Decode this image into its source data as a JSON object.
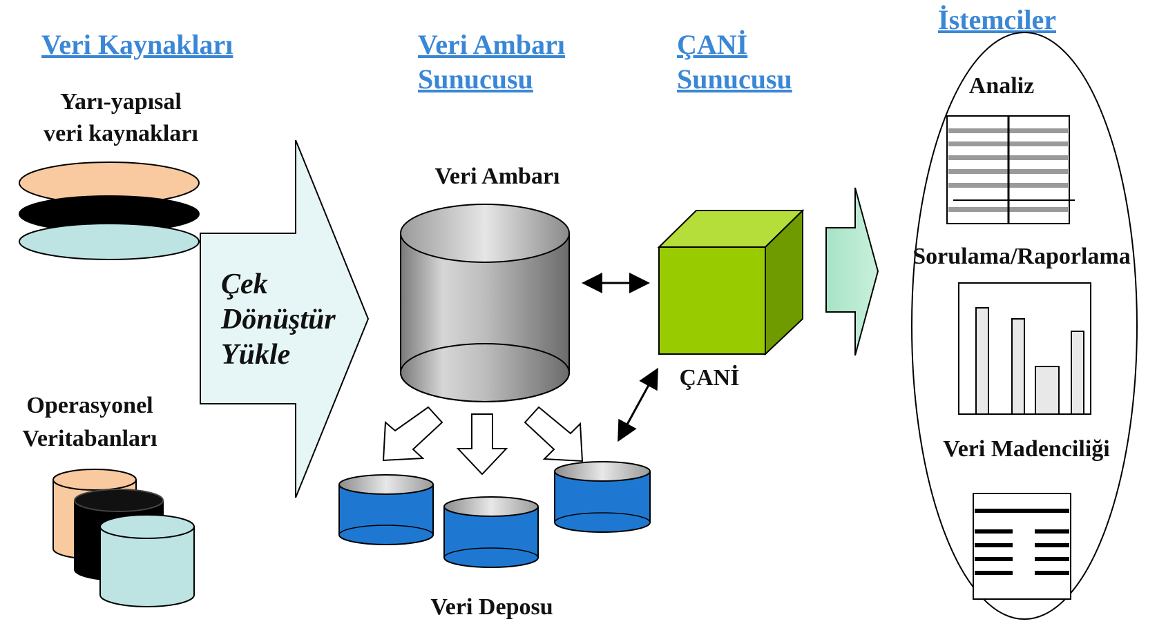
{
  "headings": {
    "sources": "Veri Kaynakları",
    "warehouse_server_line1": "Veri Ambarı",
    "warehouse_server_line2": "Sunucusu",
    "olap_server_line1": "ÇANİ",
    "olap_server_line2": "Sunucusu",
    "clients": "İstemciler"
  },
  "sources": {
    "semi_structured_line1": "Yarı-yapısal",
    "semi_structured_line2": "veri kaynakları",
    "operational_line1": "Operasyonel",
    "operational_line2": "Veritabanları"
  },
  "etl": {
    "extract": "Çek",
    "transform": "Dönüştür",
    "load": "Yükle"
  },
  "warehouse": {
    "label": "Veri Ambarı",
    "mart_label": "Veri Deposu"
  },
  "olap": {
    "label": "ÇANİ"
  },
  "clients": {
    "analysis": "Analiz",
    "query_reporting": "Sorulama/Raporlama",
    "data_mining": "Veri Madenciliği"
  },
  "colors": {
    "heading": "#3a87d6",
    "peach": "#f9c9a0",
    "light_cyan": "#bde3e3",
    "black": "#000000",
    "cube_front": "#99cc00",
    "cube_top": "#b5de3a",
    "cube_side": "#6f9a00",
    "mart_blue": "#1e78d2",
    "arrow_fill": "#e6f5f5",
    "client_arrow": "#a6e3c6"
  }
}
